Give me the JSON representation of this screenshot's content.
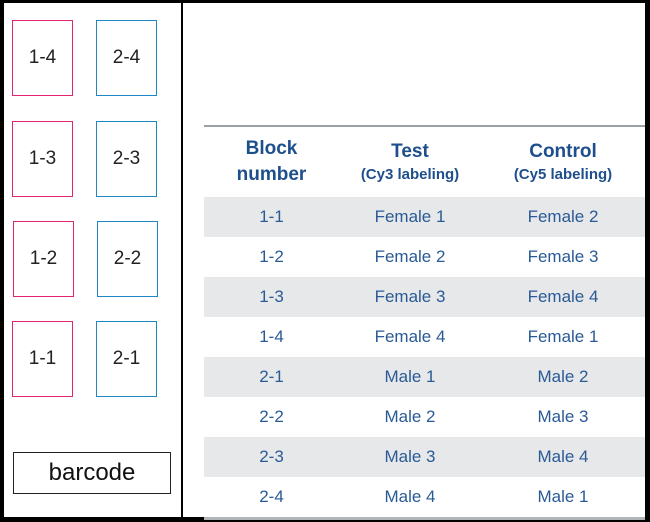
{
  "slide": {
    "blocks": [
      {
        "label": "1-4",
        "color": "#e0246f"
      },
      {
        "label": "2-4",
        "color": "#1d86c4"
      },
      {
        "label": "1-3",
        "color": "#e0246f"
      },
      {
        "label": "2-3",
        "color": "#1d86c4"
      },
      {
        "label": "1-2",
        "color": "#e0246f"
      },
      {
        "label": "2-2",
        "color": "#1d86c4"
      },
      {
        "label": "1-1",
        "color": "#e0246f"
      },
      {
        "label": "2-1",
        "color": "#1d86c4"
      }
    ],
    "barcode": "barcode"
  },
  "table": {
    "headers": {
      "block": [
        "Block",
        "number"
      ],
      "test": [
        "Test",
        "(Cy3 labeling)"
      ],
      "control": [
        "Control",
        "(Cy5 labeling)"
      ]
    },
    "rows": [
      {
        "block": "1-1",
        "test": "Female 1",
        "control": "Female 2"
      },
      {
        "block": "1-2",
        "test": "Female 2",
        "control": "Female 3"
      },
      {
        "block": "1-3",
        "test": "Female 3",
        "control": "Female 4"
      },
      {
        "block": "1-4",
        "test": "Female 4",
        "control": "Female 1"
      },
      {
        "block": "2-1",
        "test": "Male 1",
        "control": "Male 2"
      },
      {
        "block": "2-2",
        "test": "Male 2",
        "control": "Male 3"
      },
      {
        "block": "2-3",
        "test": "Male 3",
        "control": "Male 4"
      },
      {
        "block": "2-4",
        "test": "Male 4",
        "control": "Male 1"
      }
    ]
  }
}
